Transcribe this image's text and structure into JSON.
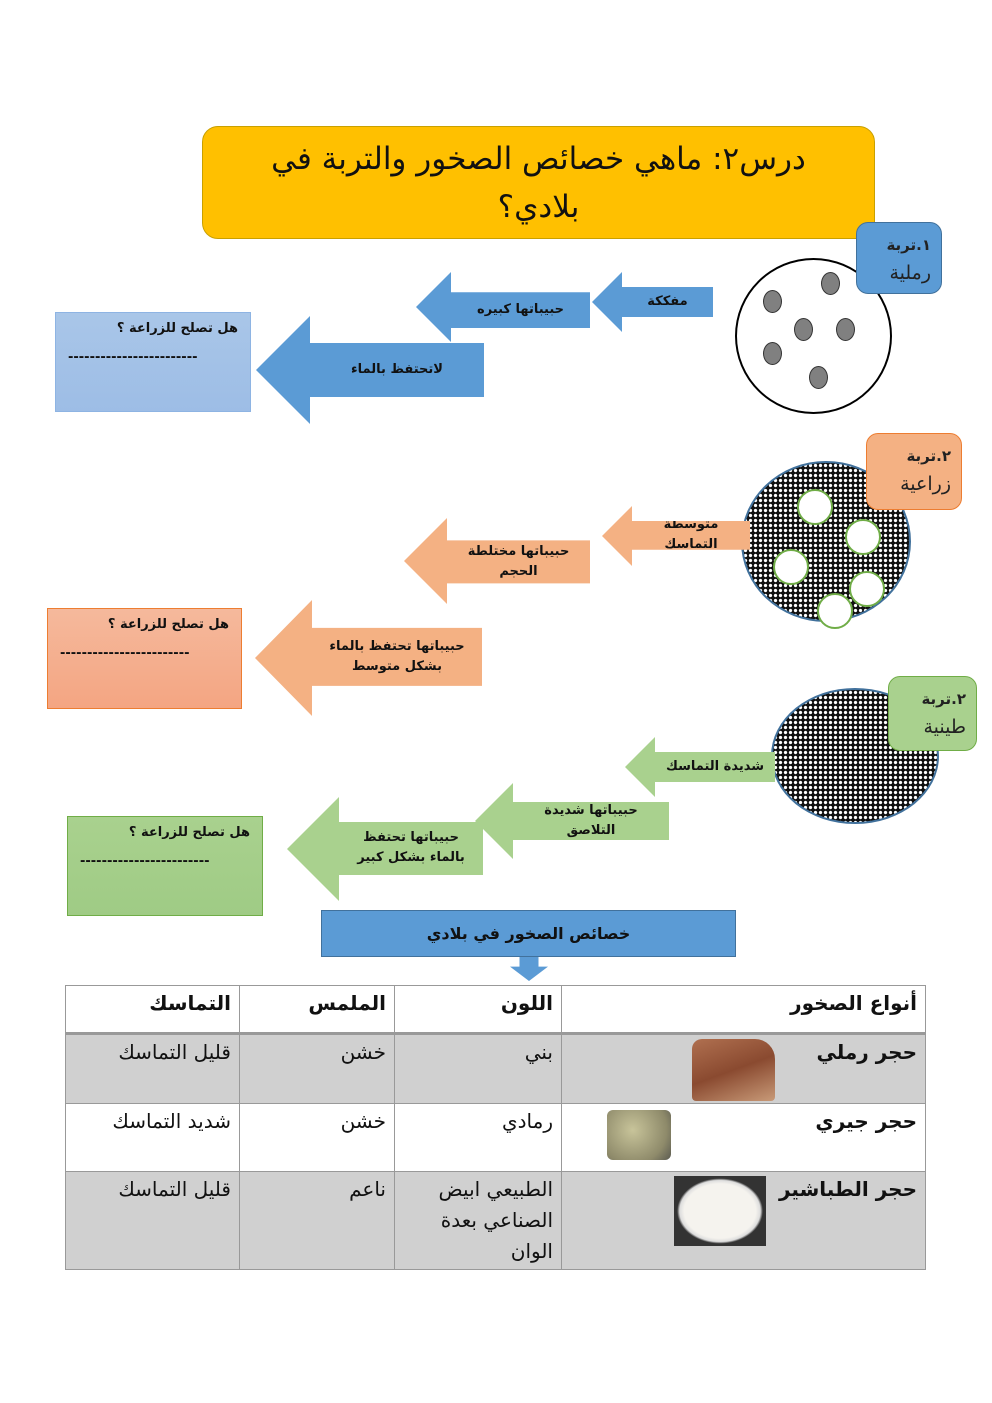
{
  "title": "درس٢: ماهي خصائص الصخور والتربة في بلادي؟",
  "soils": [
    {
      "num": "١.تربة",
      "name": "رملية",
      "arrows": [
        "مفككة",
        "حبيباتها كبيره",
        "لاتحتفظ بالماء"
      ],
      "question": "هل تصلح للزراعة ؟",
      "answer": "------------------------",
      "color": "#5b9bd5"
    },
    {
      "num": "٢.تربة",
      "name": "زراعية",
      "arrows": [
        "متوسطة التماسك",
        "حبيباتها مختلطة الحجم",
        "حبيباتها تحتفظ بالماء بشكل متوسط"
      ],
      "question": "هل تصلح للزراعة ؟",
      "answer": "------------------------",
      "color": "#f4b183"
    },
    {
      "num": "٢.تربة",
      "name": "طينية",
      "arrows": [
        "شديدة التماسك",
        "حبيباتها شديدة التلاصق",
        "حبيباتها تحتفظ بالماء بشكل كبير"
      ],
      "question": "هل تصلح للزراعة ؟",
      "answer": "------------------------",
      "color": "#a9d18e"
    }
  ],
  "rocks_heading": "خصائص الصخور في بلادي",
  "table": {
    "headers": [
      "أنواع الصخور",
      "اللون",
      "الملمس",
      "التماسك"
    ],
    "rows": [
      [
        "حجر رملي",
        "بني",
        "خشن",
        "قليل التماسك"
      ],
      [
        "حجر جيري",
        "رمادي",
        "خشن",
        "شديد التماسك"
      ],
      [
        "حجر الطباشير",
        "الطبيعي ابيض الصناعي بعدة الوان",
        "ناعم",
        "قليل التماسك"
      ]
    ]
  }
}
